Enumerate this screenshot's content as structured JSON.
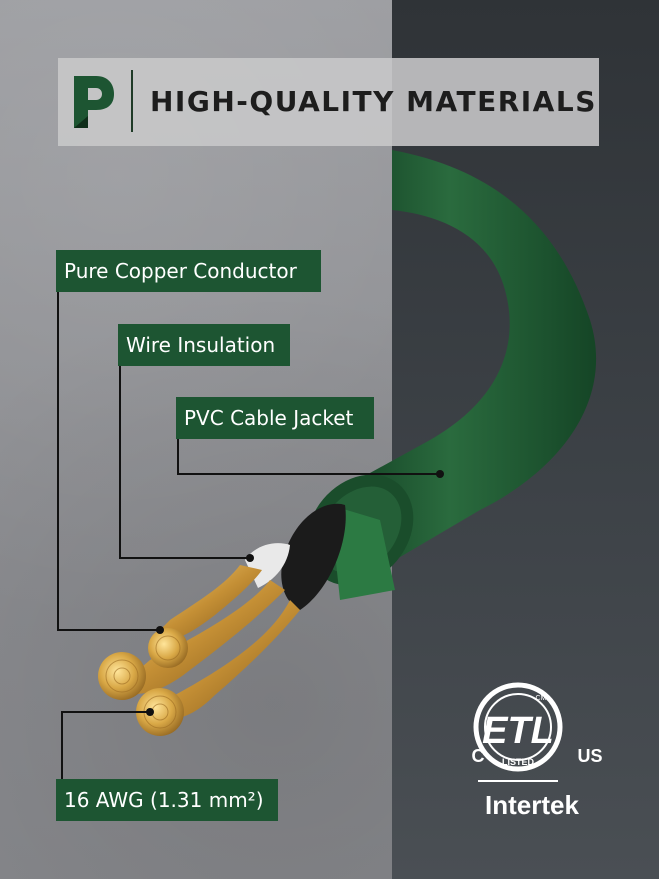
{
  "header": {
    "title": "HIGH-QUALITY MATERIALS",
    "logo_icon": "brand-logo-icon"
  },
  "labels": {
    "copper": "Pure Copper Conductor",
    "insulation": "Wire Insulation",
    "jacket": "PVC Cable Jacket",
    "awg": "16 AWG (1.31 mm²)"
  },
  "certification": {
    "mark": "ETL",
    "listed": "LISTED",
    "cm": "CM",
    "left": "C",
    "right": "US",
    "issuer": "Intertek"
  },
  "colors": {
    "label_bg": "#1d5532",
    "cable_green": "#1f5a33",
    "copper": "#d6a84a",
    "header_text": "#1d1d1d"
  }
}
